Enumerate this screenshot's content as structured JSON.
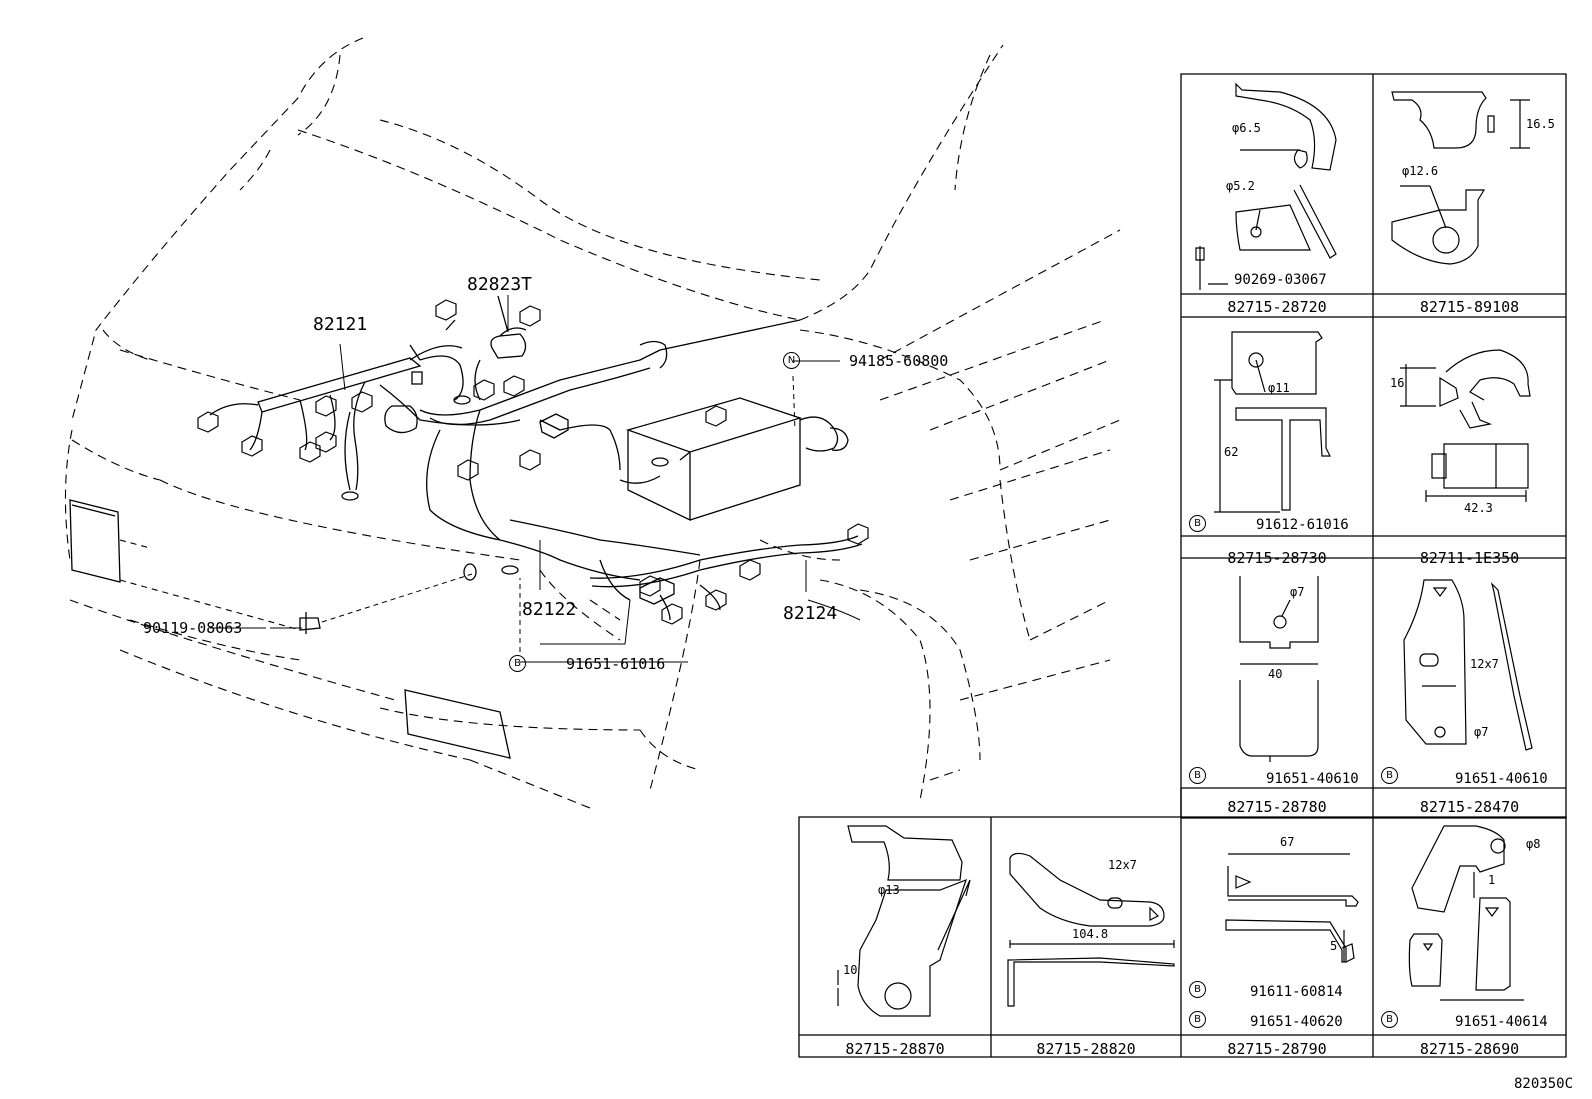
{
  "diagram_code": "820350C",
  "car_callouts": [
    {
      "id": "c1",
      "text": "82121"
    },
    {
      "id": "c2",
      "text": "82823T"
    },
    {
      "id": "c3",
      "text": "94185-60800",
      "marker": "N"
    },
    {
      "id": "c4",
      "text": "82122"
    },
    {
      "id": "c5",
      "text": "82124"
    },
    {
      "id": "c6",
      "text": "90119-08063"
    },
    {
      "id": "c7",
      "text": "91651-61016",
      "marker": "B"
    }
  ],
  "panels": [
    {
      "id": "p1",
      "part": "82715-28720",
      "sub": "90269-03067",
      "dims": [
        "φ6.5",
        "φ5.2"
      ]
    },
    {
      "id": "p2",
      "part": "82715-89108",
      "dims": [
        "16.5",
        "φ12.6"
      ]
    },
    {
      "id": "p3",
      "part": "82715-28730",
      "sub": "91612-61016",
      "marker": "B",
      "dims": [
        "φ11",
        "62"
      ]
    },
    {
      "id": "p4",
      "part": "82711-1E350",
      "dims": [
        "16",
        "42.3"
      ]
    },
    {
      "id": "p5",
      "part": "82715-28780",
      "sub": "91651-40610",
      "marker": "B",
      "dims": [
        "φ7",
        "40"
      ]
    },
    {
      "id": "p6",
      "part": "82715-28470",
      "sub": "91651-40610",
      "marker": "B",
      "dims": [
        "12x7",
        "φ7"
      ]
    },
    {
      "id": "p7",
      "part": "82715-28870",
      "dims": [
        "φ13",
        "10"
      ]
    },
    {
      "id": "p8",
      "part": "82715-28820",
      "dims": [
        "12x7",
        "104.8"
      ]
    },
    {
      "id": "p9",
      "part": "82715-28790",
      "subs": [
        {
          "text": "91611-60814",
          "marker": "B"
        },
        {
          "text": "91651-40620",
          "marker": "B"
        }
      ],
      "dims": [
        "67",
        "5"
      ]
    },
    {
      "id": "p10",
      "part": "82715-28690",
      "sub": "91651-40614",
      "marker": "B",
      "dims": [
        "φ8",
        "1"
      ]
    }
  ]
}
